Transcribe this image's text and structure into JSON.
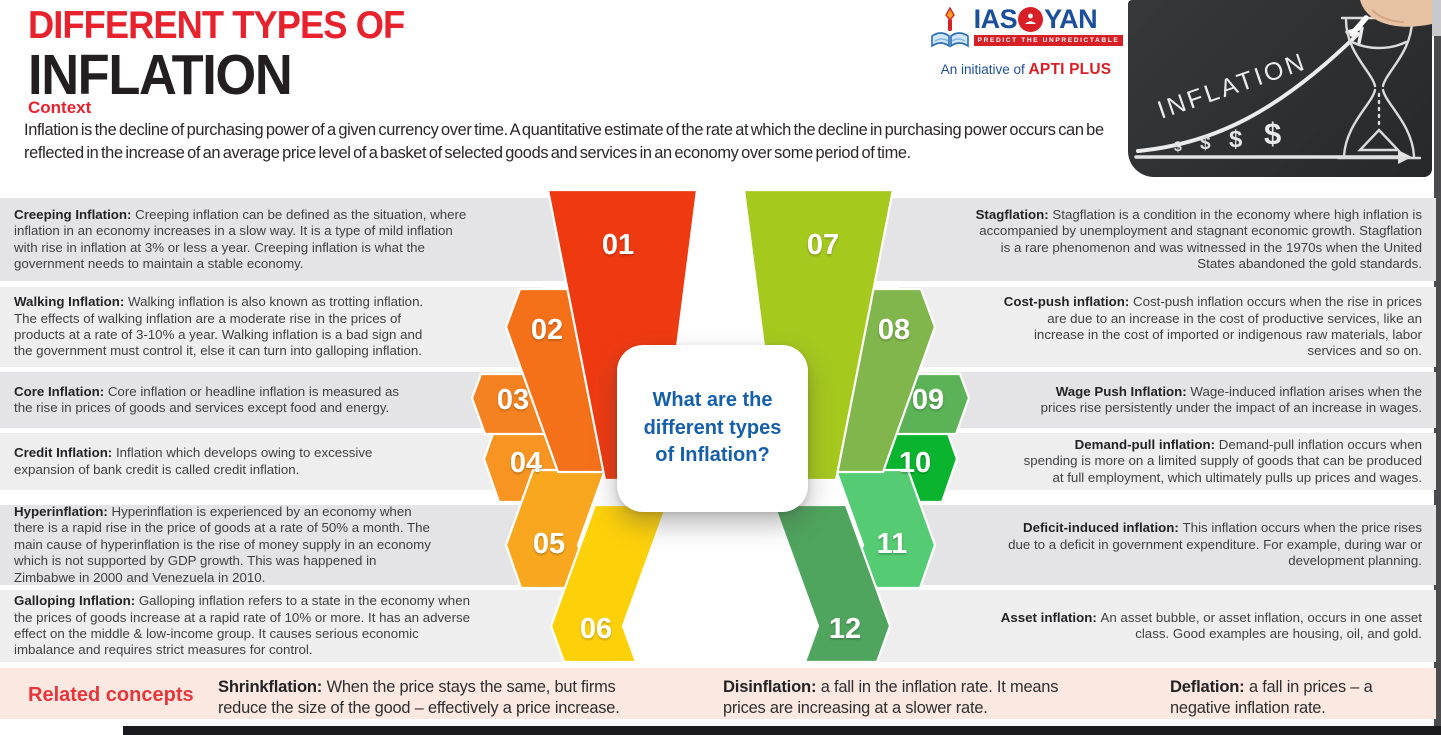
{
  "header": {
    "title_line1": "DIFFERENT TYPES OF",
    "title_line2": "INFLATION",
    "context_label": "Context",
    "context_text": "Inflation is the decline of purchasing power of a given currency over time. A quantitative estimate of the rate at which the decline in purchasing power occurs can be reflected in the increase of an average price level of a basket of selected goods and services in an economy over some period of time."
  },
  "logo": {
    "brand_ias": "IAS",
    "brand_g": "G",
    "brand_yan": "YAN",
    "tagline": "PREDICT THE UNPREDICTABLE",
    "initiative_prefix": "An initiative of",
    "initiative_brand": "APTI PLUS",
    "accent_blue": "#1b4e9b",
    "accent_red": "#d81f26"
  },
  "photo": {
    "word": "INFLATION",
    "dollar": "$"
  },
  "question": "What are the different types of Inflation?",
  "items": [
    {
      "num": "01",
      "term": "Creeping Inflation:",
      "color": "#ef3a11",
      "desc": "Creeping inflation can be defined as the situation, where inflation in an economy increases in a slow way. It is a type of mild inflation with rise in inflation at 3% or less a year. Creeping inflation is what the government needs to maintain a stable economy."
    },
    {
      "num": "02",
      "term": "Walking Inflation:",
      "color": "#f4711a",
      "desc": "Walking inflation is also known as trotting inflation. The effects of walking inflation are a moderate rise in the prices of products at a rate of 3-10% a year. Walking inflation is a bad sign and the government must control it, else it can turn into galloping inflation."
    },
    {
      "num": "03",
      "term": "Core Inflation:",
      "color": "#f58220",
      "desc": "Core inflation or headline inflation is measured as the rise in prices of goods and services except food and energy."
    },
    {
      "num": "04",
      "term": "Credit Inflation:",
      "color": "#f79422",
      "desc": "Inflation which develops owing to excessive expansion of bank credit is called credit inflation."
    },
    {
      "num": "05",
      "term": "Hyperinflation:",
      "color": "#f8a71f",
      "desc": "Hyperinflation is experienced by an economy when there is a rapid rise in the price of goods at a rate of 50% a month. The main cause of hyperinflation is the rise of money supply in an economy which is not supported by GDP growth. This was happened in Zimbabwe in 2000 and Venezuela in 2010."
    },
    {
      "num": "06",
      "term": "Galloping Inflation:",
      "color": "#fdd10a",
      "desc": "Galloping inflation refers to a state in the economy when the prices of goods increase at a rapid rate of 10% or more. It has an adverse effect on the middle & low-income group. It causes serious economic imbalance and requires strict measures for control."
    },
    {
      "num": "07",
      "term": "Stagflation:",
      "color": "#a6c91e",
      "desc": "Stagflation is a condition in the economy where high inflation is accompanied by unemployment and stagnant economic growth. Stagflation is a rare phenomenon and was witnessed in the 1970s when the United States abandoned the gold standards."
    },
    {
      "num": "08",
      "term": "Cost-push inflation:",
      "color": "#80b64b",
      "desc": "Cost-push inflation occurs when the rise in prices are due to an increase in the cost of productive services, like an increase in the cost of imported or indigenous raw materials, labor services and so on."
    },
    {
      "num": "09",
      "term": "Wage Push Inflation:",
      "color": "#5bb257",
      "desc": "Wage-induced inflation arises when the prices rise persistently under the impact of an increase in wages."
    },
    {
      "num": "10",
      "term": "Demand-pull inflation:",
      "color": "#0bb42e",
      "desc": "Demand-pull inflation occurs when spending is more on a limited supply of goods that can be produced at full employment, which ultimately pulls up prices and wages."
    },
    {
      "num": "11",
      "term": "Deficit-induced inflation:",
      "color": "#55cb73",
      "desc": "This inflation occurs when the price rises due to a deficit in government expenditure. For example, during war or development planning."
    },
    {
      "num": "12",
      "term": "Asset inflation:",
      "color": "#4fa55d",
      "desc": "An asset bubble, or asset inflation, occurs in one asset class. Good examples are housing, oil, and gold."
    }
  ],
  "related": {
    "label": "Related concepts",
    "concepts": [
      {
        "term": "Shrinkflation:",
        "desc": "When the price stays the same, but firms reduce the size of the good – effectively a price increase."
      },
      {
        "term": "Disinflation:",
        "desc": "a fall in the inflation rate. It means prices are increasing at a slower rate."
      },
      {
        "term": "Deflation:",
        "desc": "a fall in prices – a negative inflation rate."
      }
    ]
  }
}
